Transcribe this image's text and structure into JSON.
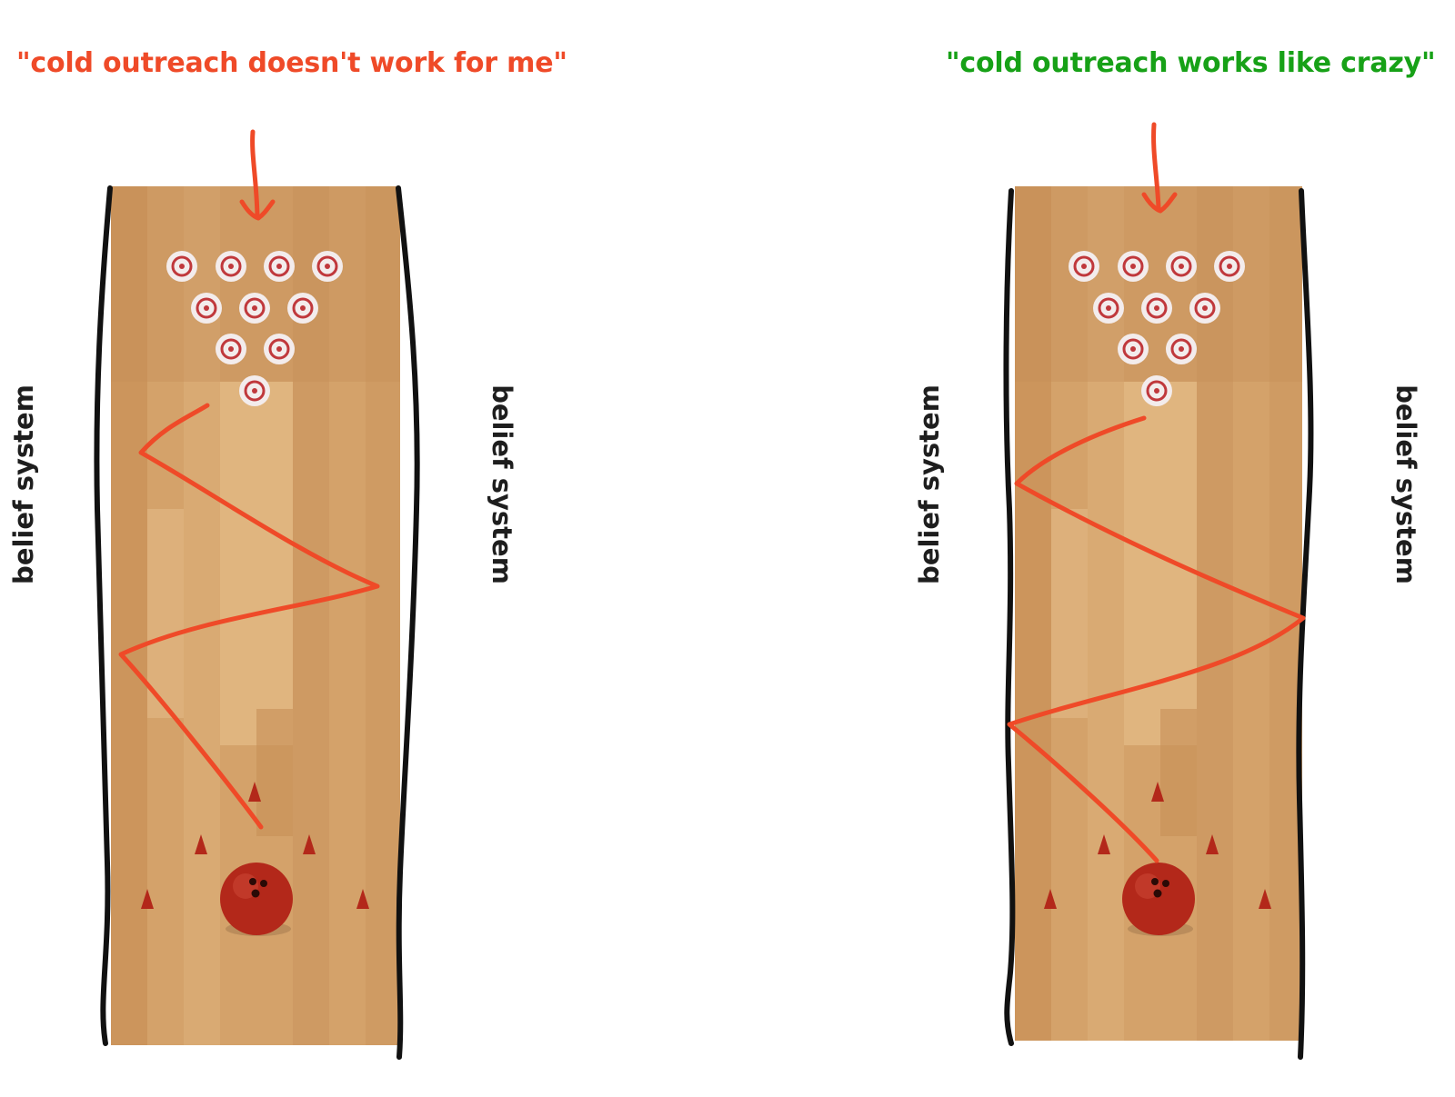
{
  "panels": [
    {
      "headline": "\"cold outreach doesn't work for me\"",
      "headline_color": "#ef4a28",
      "left_label": "belief system",
      "right_label": "belief system"
    },
    {
      "headline": "\"cold outreach works like crazy\"",
      "headline_color": "#17a117",
      "left_label": "belief system",
      "right_label": "belief system"
    }
  ],
  "colors": {
    "path_red": "#ef4a28",
    "wall_black": "#111111",
    "lane_wood": "#d4a26a",
    "ball_red": "#b3281a"
  },
  "icons": [
    "bowling-pin-icon",
    "bowling-ball-icon",
    "lane-arrow-icon",
    "down-arrow-icon"
  ]
}
